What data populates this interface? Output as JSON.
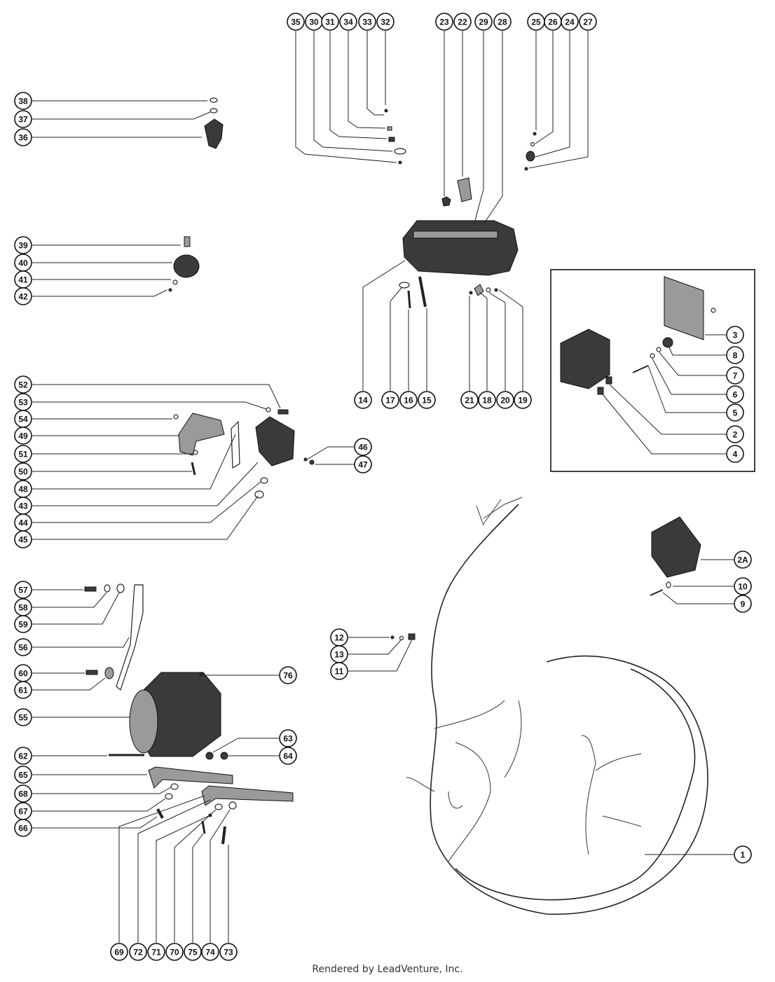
{
  "diagram": {
    "footer": "Rendered by LeadVenture, Inc.",
    "callouts": [
      "35",
      "30",
      "31",
      "34",
      "33",
      "32",
      "23",
      "22",
      "29",
      "28",
      "25",
      "26",
      "24",
      "27",
      "38",
      "37",
      "36",
      "39",
      "40",
      "41",
      "42",
      "14",
      "17",
      "16",
      "15",
      "21",
      "18",
      "20",
      "19",
      "3",
      "8",
      "7",
      "6",
      "5",
      "2",
      "4",
      "52",
      "53",
      "54",
      "49",
      "51",
      "50",
      "48",
      "43",
      "44",
      "45",
      "46",
      "47",
      "2A",
      "10",
      "9",
      "12",
      "13",
      "11",
      "57",
      "58",
      "59",
      "56",
      "60",
      "61",
      "55",
      "76",
      "62",
      "63",
      "64",
      "65",
      "68",
      "67",
      "66",
      "69",
      "72",
      "71",
      "70",
      "75",
      "74",
      "73",
      "1"
    ]
  }
}
